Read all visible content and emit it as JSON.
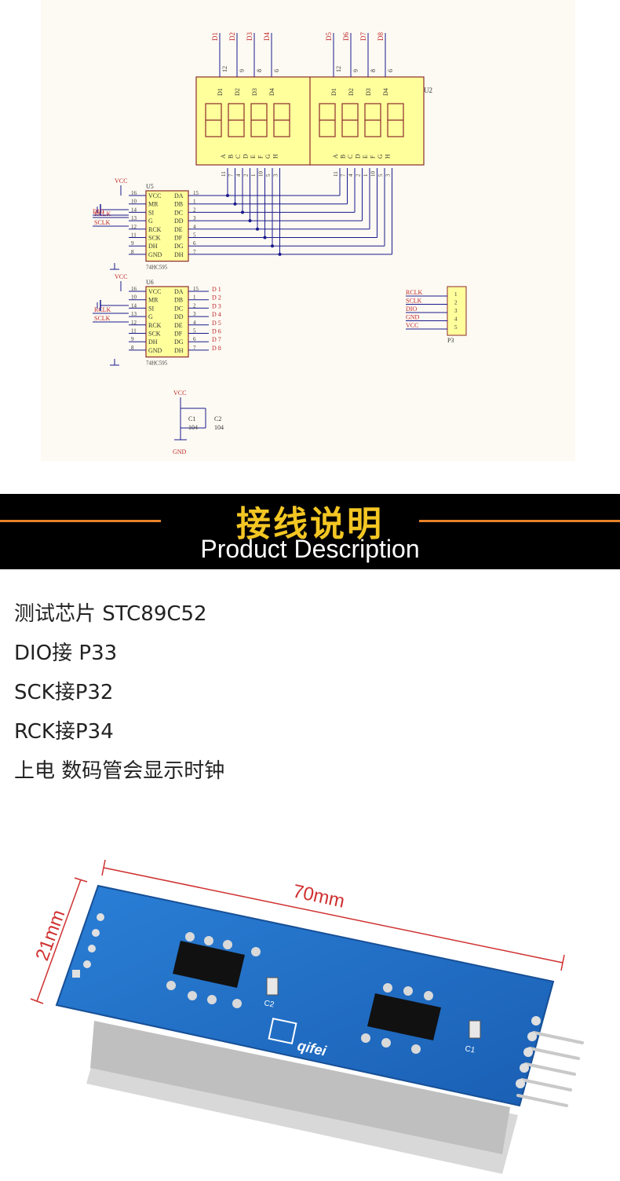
{
  "schematic": {
    "digit_labels_left": [
      "D1",
      "D2",
      "D3",
      "D4"
    ],
    "digit_labels_right": [
      "D5",
      "D6",
      "D7",
      "D8"
    ],
    "display_pins": [
      "12",
      "9",
      "8",
      "6"
    ],
    "display_digits": [
      "D1",
      "D2",
      "D3",
      "D4"
    ],
    "segment_letters": [
      "A",
      "B",
      "C",
      "D",
      "E",
      "F",
      "G",
      "H"
    ],
    "segment_pins": [
      "11",
      "7",
      "4",
      "2",
      "1",
      "10",
      "5",
      "3"
    ],
    "display_ref": "U2",
    "u5_ref": "U5",
    "u6_ref": "U6",
    "chip_part": "74HC595",
    "chip_left_pins": [
      "VCC",
      "MR",
      "SI",
      "G",
      "RCK",
      "SCK",
      "DH",
      "GND"
    ],
    "chip_right_pins": [
      "DA",
      "DB",
      "DC",
      "DD",
      "DE",
      "DF",
      "DG",
      "DH"
    ],
    "chip_left_nums": [
      "16",
      "10",
      "14",
      "13",
      "12",
      "11",
      "9",
      "8"
    ],
    "chip_right_nums": [
      "15",
      "1",
      "2",
      "3",
      "4",
      "5",
      "6",
      "7"
    ],
    "vcc": "VCC",
    "gnd": "GND",
    "dio": "DIO",
    "rclk": "RCLK",
    "sclk": "SCLK",
    "u6_outputs": [
      "D 1",
      "D 2",
      "D 3",
      "D 4",
      "D 5",
      "D 6",
      "D 7",
      "D 8"
    ],
    "connector_ref": "P3",
    "connector_signals": [
      "RCLK",
      "SCLK",
      "DIO",
      "GND",
      "VCC"
    ],
    "connector_pins": [
      "1",
      "2",
      "3",
      "4",
      "5"
    ],
    "c1_ref": "C1",
    "c2_ref": "C2",
    "cap_value": "104"
  },
  "banner": {
    "title_cn": "接线说明",
    "title_en": "Product Description"
  },
  "description": [
    "测试芯片 STC89C52",
    "DIO接 P33",
    "SCK接P32",
    "RCK接P34",
    "上电 数码管会显示时钟"
  ],
  "photo": {
    "length_label": "70mm",
    "width_label": "21mm",
    "brand": "qifei",
    "cap1": "C1",
    "cap2": "C2"
  },
  "colors": {
    "banner_bg": "#000000",
    "banner_line": "#e8822a",
    "title_cn": "#f3c623",
    "pcb_blue": "#1f6fc6",
    "display_fill": "#ffff9c",
    "wire": "#1a1a8c",
    "net_red": "#c0282a",
    "dimension_red": "#d03030"
  }
}
